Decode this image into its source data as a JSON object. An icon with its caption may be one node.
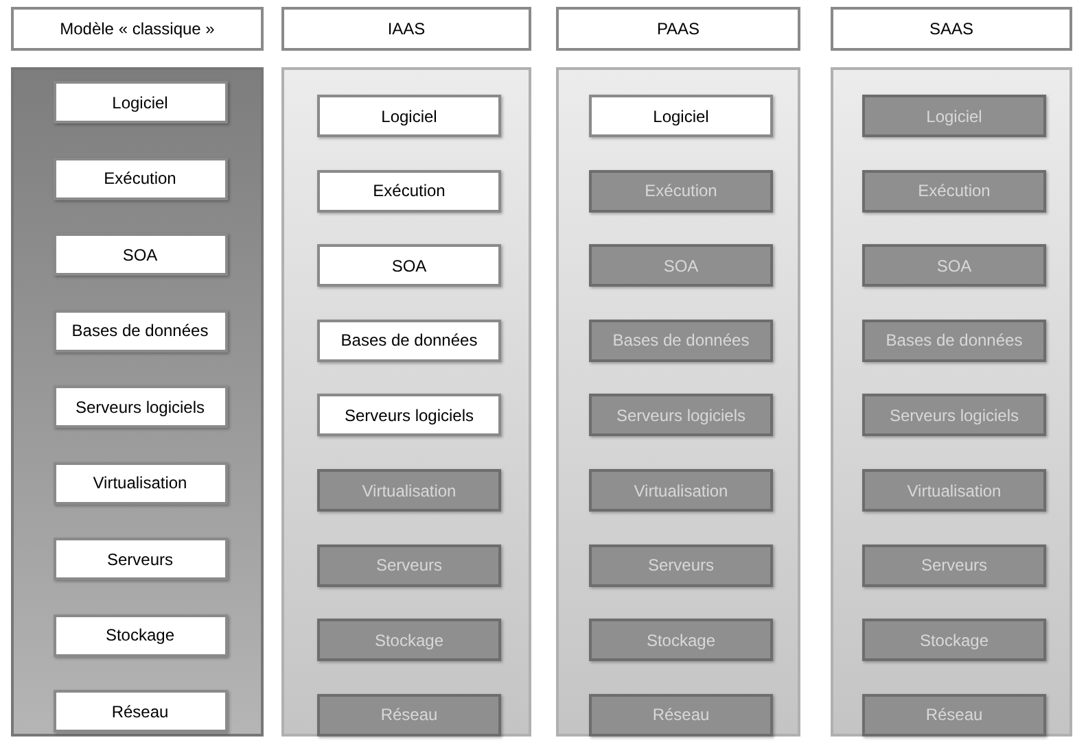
{
  "diagram": {
    "nodes": [
      {
        "text": [
          "Modèle « classique »"
        ]
      },
      {
        "text": [],
        "shape": "box"
      },
      {
        "text": [
          "Logiciel"
        ],
        "in": 1
      },
      {
        "text": [
          "Exécution"
        ],
        "in": 1
      },
      {
        "text": [
          "SOA"
        ],
        "in": 1
      },
      {
        "text": [
          "Bases de données"
        ],
        "in": 1
      },
      {
        "text": [
          "Serveurs logiciels"
        ],
        "in": 1
      },
      {
        "text": [
          "Virtualisation"
        ],
        "in": 1
      },
      {
        "text": [
          "Serveurs"
        ],
        "in": 1
      },
      {
        "text": [
          "Stockage"
        ],
        "in": 1
      },
      {
        "text": [
          "Réseau"
        ],
        "in": 1
      },
      {
        "text": [
          "IAAS"
        ]
      },
      {
        "text": [],
        "shape": "box"
      },
      {
        "text": [
          "Logiciel"
        ],
        "in": 12
      },
      {
        "text": [
          "Exécution"
        ],
        "in": 12
      },
      {
        "text": [
          "SOA"
        ],
        "in": 12
      },
      {
        "text": [
          "Bases de données"
        ],
        "in": 12
      },
      {
        "text": [
          "Serveurs logiciels"
        ],
        "in": 12
      },
      {
        "text": [
          "Virtualisation"
        ],
        "in": 12
      },
      {
        "text": [
          "Serveurs"
        ],
        "in": 12
      },
      {
        "text": [
          "Stockage"
        ],
        "in": 12
      },
      {
        "text": [
          "Réseau"
        ],
        "in": 12
      },
      {
        "text": [
          "PAAS"
        ]
      },
      {
        "text": [],
        "shape": "box"
      },
      {
        "text": [
          "Logiciel"
        ],
        "in": 23
      },
      {
        "text": [
          "Exécution"
        ],
        "in": 23
      },
      {
        "text": [
          "SOA"
        ],
        "in": 23
      },
      {
        "text": [
          "Bases de données"
        ],
        "in": 23
      },
      {
        "text": [
          "Serveurs logiciels"
        ],
        "in": 23
      },
      {
        "text": [
          "Virtualisation"
        ],
        "in": 23
      },
      {
        "text": [
          "Serveurs"
        ],
        "in": 23
      },
      {
        "text": [
          "Stockage"
        ],
        "in": 23
      },
      {
        "text": [
          "Réseau"
        ],
        "in": 23
      },
      {
        "text": [
          "SAAS"
        ]
      },
      {
        "text": [],
        "shape": "box"
      },
      {
        "text": [
          "Logiciel"
        ],
        "in": 34
      },
      {
        "text": [
          "Exécution"
        ],
        "in": 34
      },
      {
        "text": [
          "SOA"
        ],
        "in": 34
      },
      {
        "text": [
          "Bases de données"
        ],
        "in": 34
      },
      {
        "text": [
          "Serveurs logiciels"
        ],
        "in": 34
      },
      {
        "text": [
          "Virtualisation"
        ],
        "in": 34
      },
      {
        "text": [
          "Serveurs"
        ],
        "in": 34
      },
      {
        "text": [
          "Stockage"
        ],
        "in": 34
      },
      {
        "text": [
          "Réseau"
        ],
        "in": 34
      }
    ]
  }
}
